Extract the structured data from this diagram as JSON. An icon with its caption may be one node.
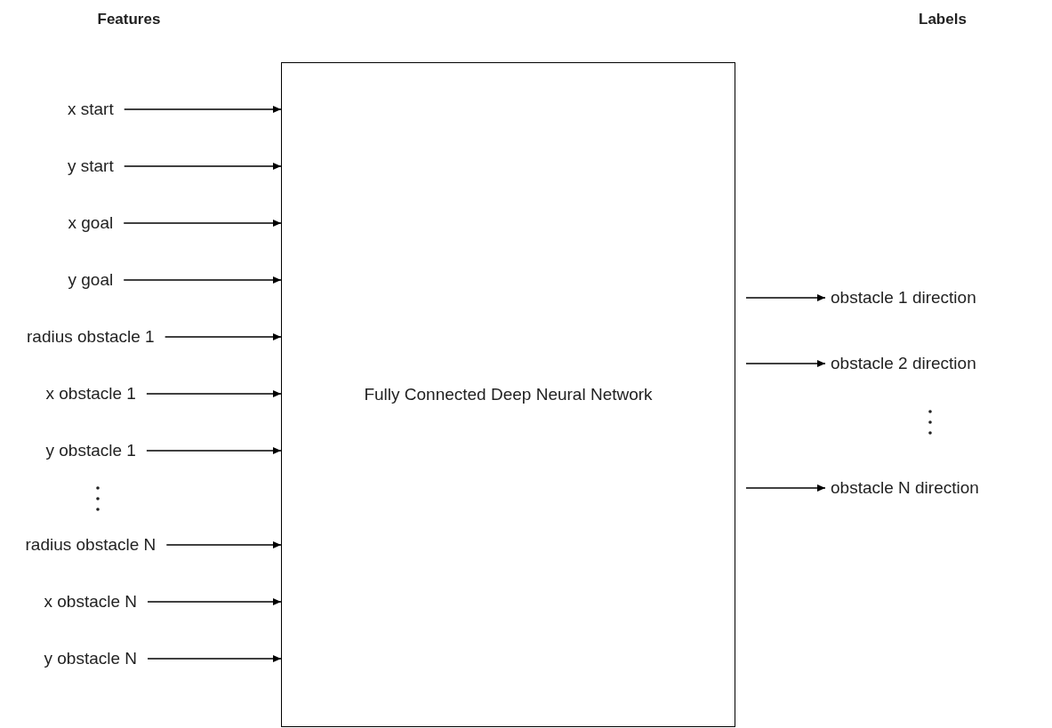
{
  "diagram": {
    "nodes": [
      {
        "text": [
          "Fully Connected Deep Neural Network"
        ]
      },
      {
        "text": [
          "x start"
        ]
      },
      {
        "text": [
          "y start"
        ]
      },
      {
        "text": [
          "x goal"
        ]
      },
      {
        "text": [
          "y goal"
        ]
      },
      {
        "text": [
          "radius obstacle 1"
        ]
      },
      {
        "text": [
          "x obstacle 1"
        ]
      },
      {
        "text": [
          "y obstacle 1"
        ]
      },
      {
        "text": [
          "radius obstacle N"
        ]
      },
      {
        "text": [
          "x obstacle N"
        ]
      },
      {
        "text": [
          "y obstacle N"
        ]
      },
      {
        "text": [
          "obstacle 1 direction"
        ]
      },
      {
        "text": [
          "obstacle 2 direction"
        ]
      },
      {
        "text": [
          "obstacle N direction"
        ]
      }
    ],
    "edges": [
      {
        "from": 1,
        "to": 0,
        "arrow": "to"
      },
      {
        "from": 2,
        "to": 0,
        "arrow": "to"
      },
      {
        "from": 3,
        "to": 0,
        "arrow": "to"
      },
      {
        "from": 4,
        "to": 0,
        "arrow": "to"
      },
      {
        "from": 5,
        "to": 0,
        "arrow": "to"
      },
      {
        "from": 6,
        "to": 0,
        "arrow": "to"
      },
      {
        "from": 7,
        "to": 0,
        "arrow": "to"
      },
      {
        "from": 8,
        "to": 0,
        "arrow": "to"
      },
      {
        "from": 9,
        "to": 0,
        "arrow": "to"
      },
      {
        "from": 10,
        "to": 0,
        "arrow": "to"
      },
      {
        "from": 0,
        "to": 11,
        "arrow": "to"
      },
      {
        "from": 0,
        "to": 12,
        "arrow": "to"
      },
      {
        "from": 0,
        "to": 13,
        "arrow": "to"
      }
    ],
    "labels": [
      "Features",
      "Labels"
    ]
  }
}
